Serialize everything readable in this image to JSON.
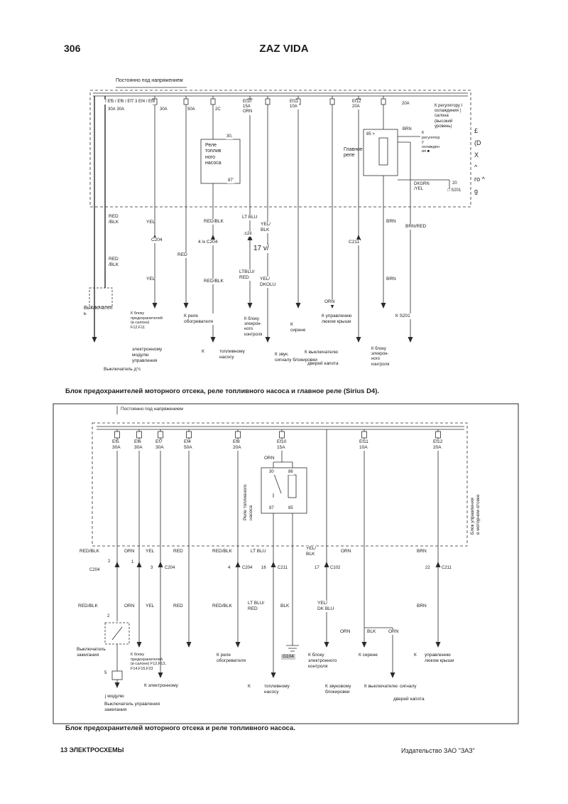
{
  "page": {
    "number": "306",
    "title": "ZAZ VIDA",
    "footer_left": "13 ЭЛЕКТРОСХЕМЫ",
    "footer_right": "Издательство ЗАО \"ЗАЗ\""
  },
  "captions": {
    "diagram1": "Блок предохранителей моторного отсека, реле топливного насоса и главное реле (Sirius D4).",
    "diagram2": "Блок предохранителей моторного отсека и реле топливного насоса."
  },
  "d1": {
    "power": "Постоянно под напряжением",
    "fuse_row": "/ Ef5 / Ef6 / Ef7 3 Ef4 / Ef8",
    "amps_a": "30А 30А",
    "amps_b": "30А",
    "amps_c": "50А",
    "amps_d": "2С",
    "ef10": "Ef10\n15А\nORN",
    "ef11": "Ef11\n10А",
    "ef12": "Ef12\n20А",
    "amps_e": "20А",
    "reg_high": "К регулятору I\nохлаждения |\nсалона\n(высокий\nуровень)",
    "pin30": "30,",
    "fuel_relay": "Реле\nтоплив\nного\nнасоса",
    "pin85": "85 >",
    "main_relay": "Главное\nреле",
    "brn_top": "BRN",
    "reg_small": "К\nрегулятор\nу\nохлажден\nия ■",
    "side_glyphs": "£\n(D\nX\n^\nго ^\ng",
    "pin87": "87'",
    "dkgrn": "DKGRN\n/YEL",
    "n20": "20",
    "s201": "□ S201",
    "redblk1": "RED\n/BLK",
    "yel1": "YEL",
    "redblk2": "RED/BLK",
    "ltblu": "LT BLU",
    "yelblk": "YEL/\nBLK",
    "brn1": "BRN",
    "brnred": "BRN/RED",
    "c2ii": ";c2ii",
    "c204a": "C204",
    "c204b": "4 /к C204",
    "v17": "17 v/",
    "c211": "C211",
    "red1": "RED",
    "redblk3": "RED\n/BLK",
    "yel2": "YEL",
    "redblk4": "RED/BLK",
    "ltblured": "LTBLU/\nRED",
    "yeldkblu": "YEL/\nDKOLU",
    "brn2": "BRN",
    "orn": "ORN",
    "switch1": "Выключател\nь",
    "fusebox": "К блоку\nпредохранителей\n(в салоне)\nF12.F11",
    "heater": "К реле\nобогревателя",
    "econtrol1": "К блоку\nэлекрон-\nного\nконтроля",
    "siren": "К\nсирене",
    "sunroof": "К управлению\nлюком крыши",
    "ks201": "К S201",
    "ecm": "электронному\nмодулю\nуправления",
    "k1": "К",
    "pump": "топливному\nнасосу",
    "horn": "К звук.\nсигналу блокировки",
    "hood_switch": "К выключателю",
    "hood": "дверей капота",
    "econtrol2": "К блоку\nэлекрон-\nного\nконтроля",
    "switch2": "Выключатель д°с"
  },
  "d2": {
    "power": "Постоянно под напряжением",
    "ef5": "Ef5\n30А",
    "ef6": "Ef6\n30А",
    "ef7": "Ef7\n30А",
    "ef4": "Ef4\n50А",
    "ef8": "Ef8\n20А",
    "ef10": "Ef10\n15А",
    "ef11": "Ef11\n10А",
    "ef12": "Ef12\n20А",
    "orn_top": "ORN",
    "relay_vertical": "Реле топливного\nнасоса",
    "p30": "30",
    "p86": "86",
    "p87": "87",
    "p85": "85",
    "ecu_vertical": "Блок управления\nв моторном отсеке",
    "r1_redblk": "RED/BLK",
    "r1_orn": "ORN",
    "r1_yel": "YEL",
    "r1_red": "RED",
    "r1_redblk2": "RED/BLK",
    "r1_ltblu": "LT BLU",
    "r1_yelblk": "YEL/\nBLK",
    "r1_orn2": "ORN",
    "r1_brn": "BRN",
    "n2": "2",
    "n1": "1",
    "c204a": "C204",
    "n3": "3",
    "c204b": "C204",
    "n4": "4",
    "c204c": "C204",
    "n16": "16",
    "c211a": "C211",
    "n17": "17",
    "c102": "C102",
    "n22": "22",
    "c211b": "C211",
    "n2b": "2",
    "n5": "5",
    "r2_redblk": "RED/BLK",
    "r2_orn": "ORN",
    "r2_yel": "YEL",
    "r2_red": "RED",
    "r2_redblk2": "RED/BLK",
    "r2_ltblured": "LT BLU/\nRED",
    "r2_blk": "BLK",
    "r2_yeldkblu": "YEL/\nDK BLU",
    "r2_brn": "BRN",
    "low_orn": "ORN",
    "low_blk": "BLK",
    "low_orn2": "ORN",
    "ign_switch": "Выключатель\nзажигания",
    "fusebox": "К блоку\nпредохранителей\n(в салоне) F12,F13,\nF14,F15,F23",
    "heater": "К реле\nобогревателя",
    "g104": "G104",
    "econtrol": "К блоку\nэлектронного\nконтроля",
    "siren": "К сирене",
    "k1": "К",
    "sunroof": "управлению\nлюком крыши",
    "electronic": "К электронному",
    "k2": "К",
    "pump": "топливному\nнасосу",
    "horn": "К звуковому\nблокировки",
    "hood_switch": "К выключателю",
    "signal": "сигналу",
    "hood": "дверей капота",
    "module": "j модулю",
    "ign_switch2": "Выключатель управления\nзажигания"
  }
}
